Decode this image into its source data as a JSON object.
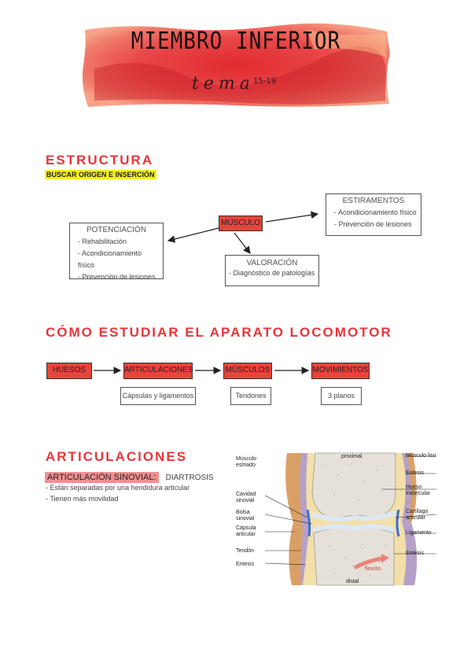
{
  "header": {
    "title": "MIEMBRO INFERIOR",
    "tema": "tema",
    "range": "15-19"
  },
  "estructura": {
    "heading": "ESTRUCTURA",
    "highlight": "BUSCAR ORIGEN E INSERCIÓN",
    "center": "MÚSCULO",
    "potenciacion": {
      "title": "POTENCIACIÓN",
      "items": [
        "Rehabilitación",
        "Acondicionamiento físico",
        "Prevención de lesiones"
      ]
    },
    "estiramientos": {
      "title": "ESTIRAMENTOS",
      "items": [
        "Acondicionamiento físico",
        "Prevención de lesiones"
      ]
    },
    "valoracion": {
      "title": "VALORACIÓN",
      "item": "- Diagnóstico de patologías"
    }
  },
  "estudiar": {
    "heading": "CÓMO ESTUDIAR EL APARATO LOCOMOTOR",
    "steps": [
      "HUESOS",
      "ARTICULACIONES",
      "MÚSCULOS",
      "MOVIMIENTOS"
    ],
    "subs": [
      "Cápsulas y ligamentos",
      "Tendones",
      "3 planos"
    ]
  },
  "articulaciones": {
    "heading": "ARTICULACIONES",
    "highlight": "ARTICULACIÓN SINOVIAL:",
    "type": "DIARTROSIS",
    "items": [
      "Están separadas por una hendidura articular",
      "Tienen más movilidad"
    ]
  },
  "diagram": {
    "left_labels": [
      "Músculo estriado",
      "Cavidad sinovial",
      "Bolsa sinovial",
      "Cápsula articular",
      "Tendón",
      "Entesis"
    ],
    "right_labels": [
      "Músculo liso",
      "Entesis",
      "Hueso trabecular",
      "Cartílago articular",
      "Ligamento",
      "Entesis"
    ],
    "top": "proximal",
    "bottom": "distal",
    "flex": "flexión"
  },
  "colors": {
    "accent": "#e8353a",
    "box_red": "#e8443c",
    "highlight": "#f4ef1a"
  }
}
